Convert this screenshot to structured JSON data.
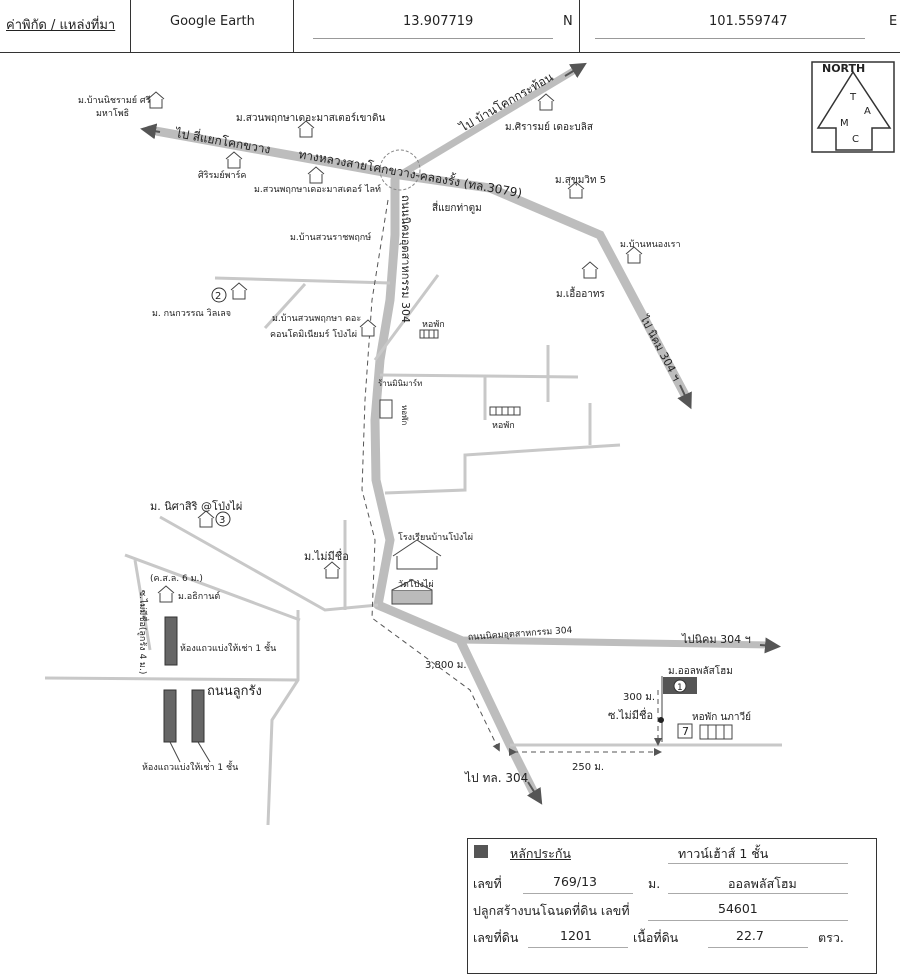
{
  "header": {
    "label": "ค่าพิกัด / แหล่งที่มา",
    "source": "Google Earth",
    "lat": "13.907719",
    "lat_dir": "N",
    "lon": "101.559747",
    "lon_dir": "E"
  },
  "compass": {
    "north": "NORTH",
    "letters": [
      "T",
      "A",
      "M",
      "C"
    ]
  },
  "map": {
    "roads": {
      "main_highway": "ทางหลวงสายโคกขวาง-คลองรั้ง (ทล.3079)",
      "to_yaek_khok_khwang": "ไป สี่แยกโคกขวาง",
      "to_ban_khok_krathon": "ไป บ้านโคกกระท้อน",
      "to_nikhom_304_upper": "ไป นิคม 304 ฯ",
      "road_304_vertical": "ถนนนิคมอุตสาหกรรม 304",
      "road_304_horizontal": "ถนนนิคมอุตสาหกรรม 304",
      "to_nikhom_304_right": "ไปนิคม 304 ฯ",
      "to_highway_304": "ไป ทล. 304",
      "road_look_krang": "ถนนลูกรัง",
      "soi_mai_mee_chue_left": "ซ.ไม่มีชื่อ(ลูกรัง 4 ม.)",
      "soi_mai_mee_chue_right": "ซ.ไม่มีชื่อ",
      "concrete_6m": "(ค.ส.ล. 6 ม.)"
    },
    "places": {
      "intersection": "สี่แยกท่าตูม",
      "ban_nitcharam": "ม.บ้านนิชรามย์ ศรี",
      "maha_phothi": "มหาโพธิ",
      "suan_phruksa_top": "ม.สวนพฤกษาเดอะมาสเตอร์เขาดิน",
      "sirarom_park": "ศิริรมย์พาร์ค",
      "suan_phruksa_light": "ม.สวนพฤกษาเดอะมาสเตอร์ ไลท์",
      "sirarom_the_bliss": "ม.ศิรารมย์ เดอะบลิส",
      "sukhumvit5": "ม.สุขุมวิท 5",
      "ban_suan_rachaphruek": "ม.บ้านสวนราชพฤกษ์",
      "ban_nong_rao": "ม.บ้านหนองเรา",
      "kanokwan_villa": "ม. กนกวรรณ วิลเลจ",
      "num2": "2",
      "suan_phruksa_condo": "ม.บ้านสวนพฤกษา ดอะ",
      "condo_pong_phai": "คอนโดมิเนียมร์ โป่งไผ่",
      "uea_athon": "ม.เอื้ออาทร",
      "dormitory1": "หอพัก",
      "shop_mini_mart": "ร้านมินิมาร์ท",
      "shop_dorm": "หอพัก",
      "dormitory2": "หอพัก",
      "nisasiri": "ม. นิศาสิริ @โป่งไผ่",
      "num3": "3",
      "mai_mee_chue": "ม.ไม่มีชื่อ",
      "school": "โรงเรียนบ้านโป่งไผ่",
      "temple": "วัดโป่งไผ่",
      "athikan": "ม.อธิกานต์",
      "rental_room_1": "ห้องแถวแบ่งให้เช่า 1 ชั้น",
      "rental_room_2": "ห้องแถวแบ่งให้เช่า 1 ชั้น",
      "all_plus_home": "ม.ออลพลัสโฮม",
      "num1": "1",
      "dorm_napawee": "หอพัก นภาวีย์",
      "seven_eleven": "7"
    },
    "distances": {
      "d3800": "3,800 ม.",
      "d300": "300 ม.",
      "d250": "250 ม."
    }
  },
  "info": {
    "legend_label": "หลักประกัน",
    "type": "ทาวน์เฮ้าส์ 1 ชั้น",
    "number_label": "เลขที่",
    "number": "769/13",
    "village_label": "ม.",
    "village": "ออลพลัสโฮม",
    "deed_label": "ปลูกสร้างบนโฉนดที่ดิน เลขที่",
    "deed": "54601",
    "land_no_label": "เลขที่ดิน",
    "land_no": "1201",
    "area_label": "เนื้อที่ดิน",
    "area": "22.7",
    "area_unit": "ตรว."
  },
  "colors": {
    "road": "#bdbdbd",
    "line": "#555555",
    "legend_fill": "#555555"
  }
}
